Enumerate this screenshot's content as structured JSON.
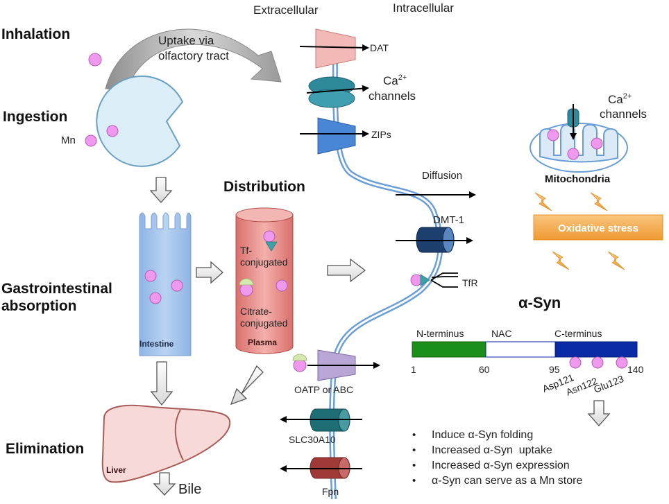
{
  "header": {
    "extracellular": "Extracellular",
    "intracellular": "Intracellular"
  },
  "stages": {
    "inhalation": "Inhalation",
    "ingestion": "Ingestion",
    "distribution": "Distribution",
    "gi_line1": "Gastrointestinal",
    "gi_line2": "absorption",
    "elimination": "Elimination"
  },
  "labels": {
    "uptake_line1": "Uptake via",
    "uptake_line2": "olfactory tract",
    "mn": "Mn",
    "intestine": "Intestine",
    "plasma": "Plasma",
    "tf_line1": "Tf-",
    "tf_line2": "conjugated",
    "citrate_line1": "Citrate-",
    "citrate_line2": "conjugated",
    "liver": "Liver",
    "bile": "Bile"
  },
  "transporters": {
    "dat": "DAT",
    "ca_channels_sup": "2+",
    "ca_channels_base": "Ca",
    "ca_channels_line2": "channels",
    "zips": "ZIPs",
    "diffusion": "Diffusion",
    "dmt1": "DMT-1",
    "tfr": "TfR",
    "oatp": "OATP or ABC",
    "slc30a10": "SLC30A10",
    "fpn": "Fpn"
  },
  "mitochondria": {
    "ca_base": "Ca",
    "ca_sup": "2+",
    "ca_line2": "channels",
    "title": "Mitochondria",
    "stress": "Oxidative stress"
  },
  "asyn": {
    "title": "α-Syn",
    "n_terminus": "N-terminus",
    "nac": "NAC",
    "c_terminus": "C-terminus",
    "pos_1": "1",
    "pos_60": "60",
    "pos_95": "95",
    "pos_140": "140",
    "res_1": "Asp121",
    "res_2": "Asn122",
    "res_3": "Glu123"
  },
  "effects": [
    "Induce α-Syn folding",
    "Increased α-Syn  uptake",
    "Increased α-Syn expression",
    "α-Syn can serve as a Mn store"
  ],
  "colors": {
    "mn_particle": "#ee99ee",
    "n_terminus": "#1a8f1a",
    "nac": "#ffffff",
    "c_terminus": "#0a2aa8",
    "membrane": "#6a9ed8",
    "stress_box": "#f5a94a",
    "intestine": "#9ec0ea",
    "plasma": "#e9908c",
    "liver": "#f7d9d7"
  }
}
